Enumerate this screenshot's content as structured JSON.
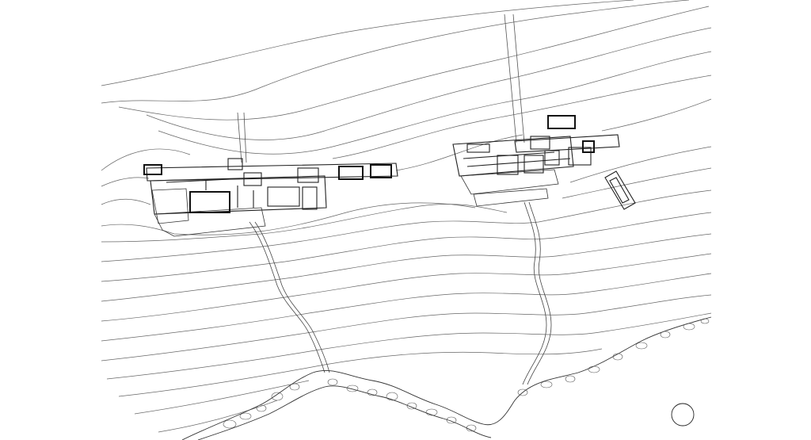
{
  "plan": {
    "background": "#ffffff",
    "line_color": "#333333",
    "elements": [
      "road",
      "contours",
      "west-house",
      "east-house",
      "pavilion",
      "garage",
      "shoreline-rocks",
      "north-marker"
    ]
  }
}
